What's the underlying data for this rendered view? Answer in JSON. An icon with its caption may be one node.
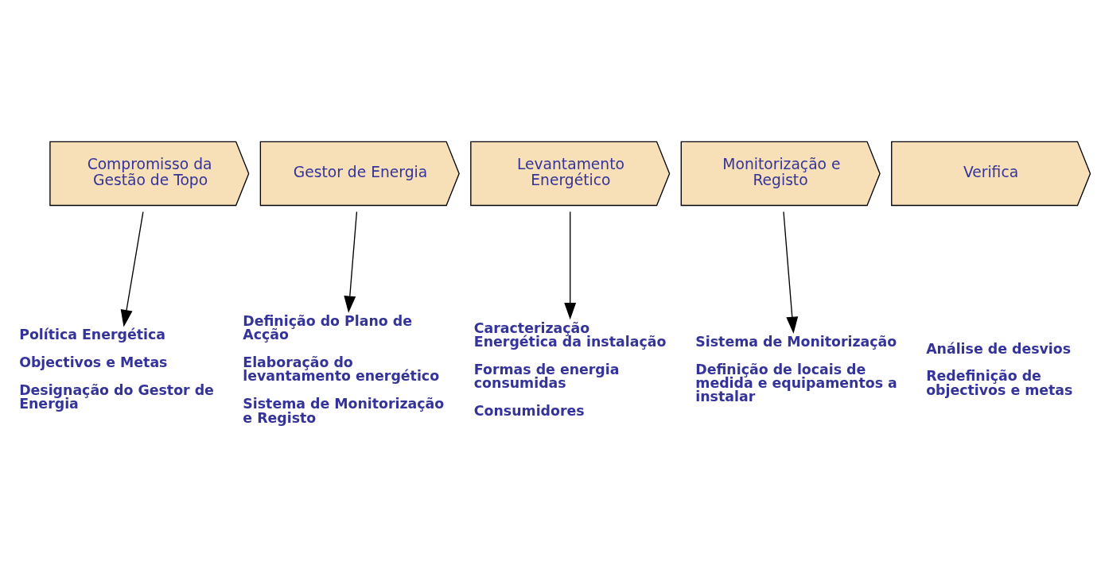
{
  "diagram": {
    "nodes": [
      {
        "text": [
          "Compromisso da Gestão de Topo"
        ]
      },
      {
        "text": [
          "Gestor de Energia"
        ]
      },
      {
        "text": [
          "Levantamento Energético"
        ]
      },
      {
        "text": [
          "Monitorização e Registo"
        ]
      },
      {
        "text": [
          "Verifica"
        ]
      },
      {
        "text": [
          "Política Energética",
          "Objectivos e Metas",
          "Designação do Gestor de Energia"
        ]
      },
      {
        "text": [
          "Definição do Plano de Acção",
          "Elaboração do levantamento energético",
          "Sistema de Monitorização e Registo"
        ]
      },
      {
        "text": [
          "Caracterização Energética da instalação",
          "Formas de energia consumidas",
          "Consumidores"
        ]
      },
      {
        "text": [
          "Sistema de Monitorização",
          "Definição de locais de medida e equipamentos a instalar"
        ]
      },
      {
        "text": [
          "Análise de desvios",
          "Redefinição de objectivos e metas"
        ]
      }
    ],
    "edges": [
      {
        "from": 0,
        "to": 5,
        "arrow": "to"
      },
      {
        "from": 1,
        "to": 6,
        "arrow": "to"
      },
      {
        "from": 2,
        "to": 7,
        "arrow": "to"
      },
      {
        "from": 3,
        "to": 8,
        "arrow": "to"
      }
    ]
  }
}
